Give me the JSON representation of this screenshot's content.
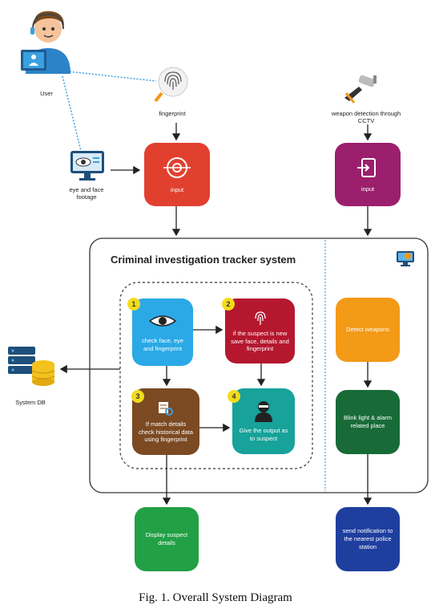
{
  "labels": {
    "user": "User",
    "fingerprint": "fingerprint",
    "eye_face_footage": "eye and face footage",
    "weapon_detection": "weapon detection through CCTV",
    "system_db": "System DB"
  },
  "boxes": {
    "input_left": "input",
    "input_right": "input",
    "step1": "check face, eye and fingerprint",
    "step2": "if the suspect is new save face, details and fingerprint",
    "step3": "If match details check historical data using fingerprint",
    "step4": "Give the output as to suspect",
    "detect_weapons": "Detect weapons",
    "blink_alarm": "Blink light & alarm related place",
    "display_suspect": "Display suspect details",
    "send_notification": "send notification to the nearest police station"
  },
  "numbers": {
    "n1": "1",
    "n2": "2",
    "n3": "3",
    "n4": "4"
  },
  "system_title": "Criminal investigation tracker system",
  "caption": "Fig. 1. Overall System Diagram",
  "colors": {
    "input_left": "#e2402f",
    "input_right": "#9b1f6c",
    "step1": "#2aa9e6",
    "step2": "#b5172f",
    "step3": "#7b4a22",
    "step4": "#17a29a",
    "detect_weapons": "#f39a17",
    "blink_alarm": "#186b37",
    "display_suspect": "#22a045",
    "send_notification": "#1f3f9f",
    "badge": "#f3dc1c"
  }
}
